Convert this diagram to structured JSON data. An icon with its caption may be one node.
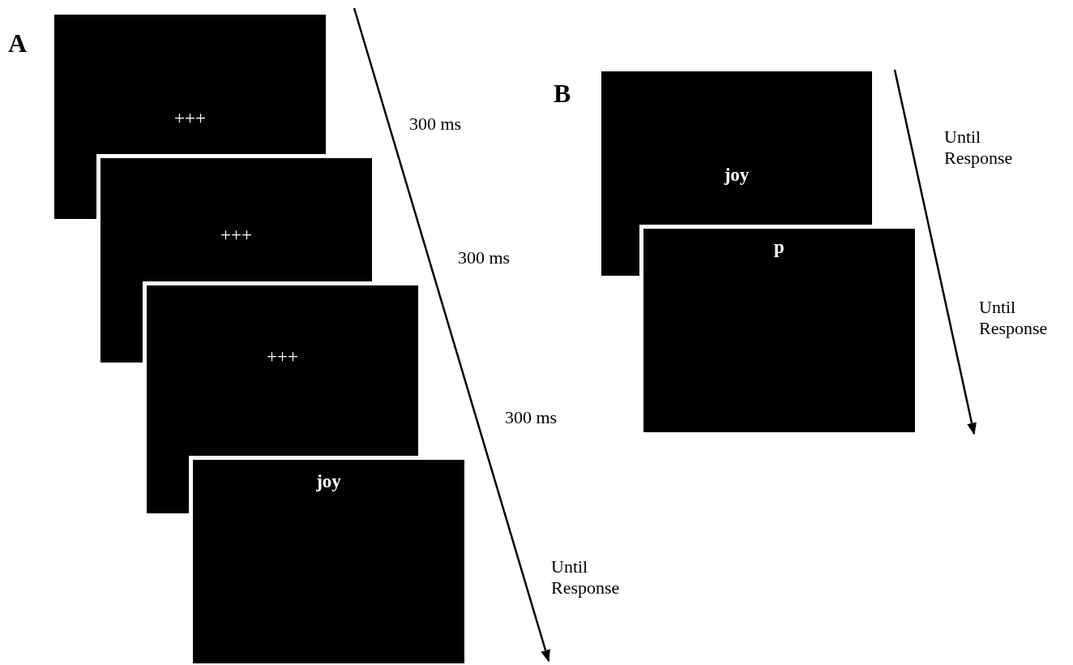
{
  "diagram": {
    "nodes": [
      {
        "text": [
          "+++"
        ]
      },
      {
        "text": [
          "+++"
        ]
      },
      {
        "text": [
          "+++"
        ]
      },
      {
        "text": [
          "joy"
        ]
      },
      {
        "text": [
          "joy"
        ]
      },
      {
        "text": [
          "p"
        ]
      }
    ],
    "labels": [
      "A",
      "300 ms",
      "300 ms",
      "300 ms",
      "Until Response",
      "B",
      "Until Response",
      "Until Response"
    ]
  }
}
